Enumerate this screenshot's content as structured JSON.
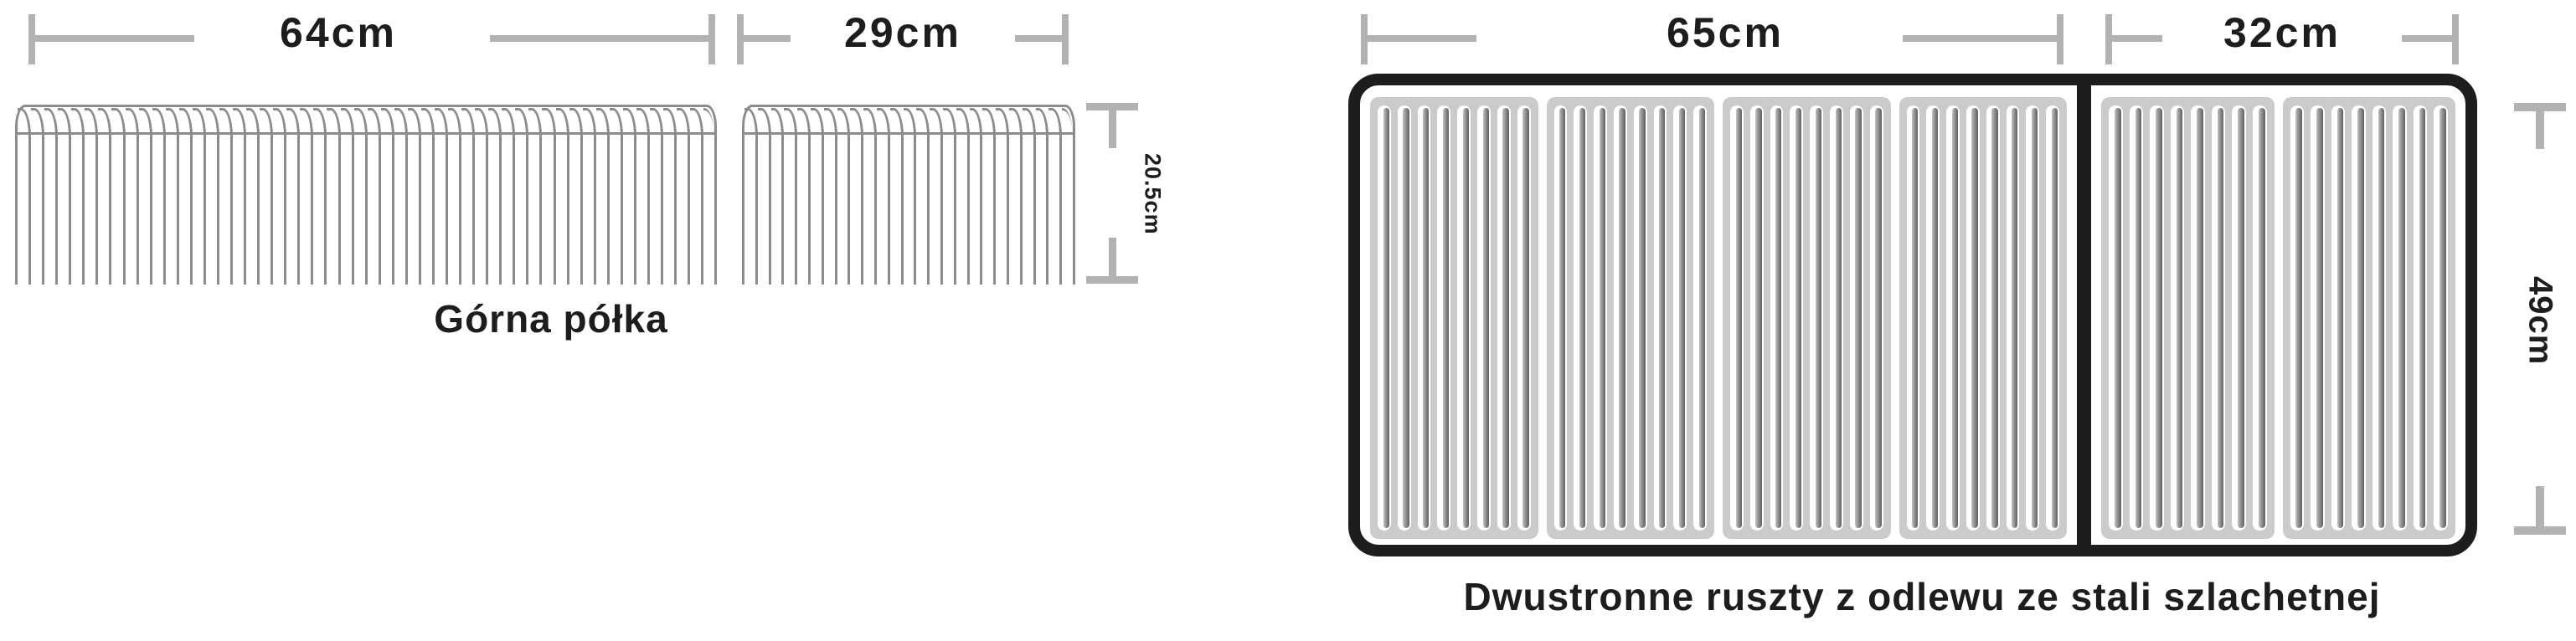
{
  "shelf_diagram": {
    "caption": "Górna półka",
    "width_label_large": "64cm",
    "width_label_small": "29cm",
    "height_label": "20.5cm",
    "large_shelf_wires": 52,
    "small_shelf_wires": 25
  },
  "grate_diagram": {
    "caption": "Dwustronne ruszty z odlewu ze stali szlachetnej",
    "width_label_large": "65cm",
    "width_label_small": "32cm",
    "height_label": "49cm",
    "large_grate_panels": 4,
    "small_grate_panels": 2,
    "slots_per_panel": 8
  },
  "colors": {
    "dimension_line": "#b2b2b2",
    "text": "#1d1d1b",
    "wire": "#8c8c8c",
    "panel": "#cbcbcb",
    "slot_white": "#ffffff",
    "ridge_dark": "#5f5f5f",
    "frame": "#1d1d1b",
    "background": "#ffffff"
  }
}
